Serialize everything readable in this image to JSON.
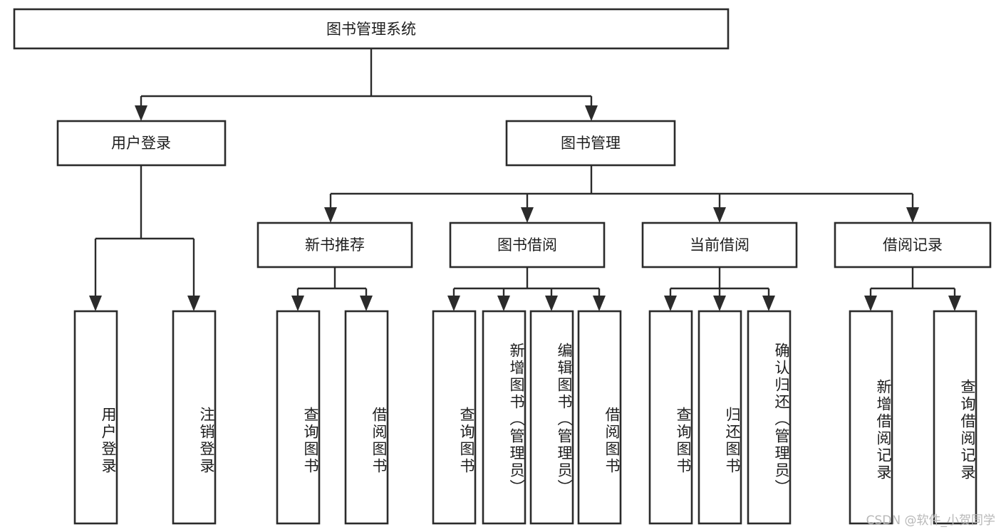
{
  "diagram": {
    "title": "图书管理系统",
    "type": "tree-hierarchy-chart",
    "watermark": "CSDN @软件_小贺同学",
    "root": {
      "label": "图书管理系统"
    },
    "level2": [
      {
        "label": "用户登录"
      },
      {
        "label": "图书管理"
      }
    ],
    "level3": [
      {
        "label": "新书推荐"
      },
      {
        "label": "图书借阅"
      },
      {
        "label": "当前借阅"
      },
      {
        "label": "借阅记录"
      }
    ],
    "leaves": {
      "user_login": [
        {
          "label": "用户登录"
        },
        {
          "label": "注销登录"
        }
      ],
      "new_book_recommend": [
        {
          "label": "查询图书"
        },
        {
          "label": "借阅图书"
        }
      ],
      "book_borrow": [
        {
          "label": "查询图书"
        },
        {
          "label": "新增图书（管理员）"
        },
        {
          "label": "编辑图书（管理员）"
        },
        {
          "label": "借阅图书"
        }
      ],
      "current_borrow": [
        {
          "label": "查询图书"
        },
        {
          "label": "归还图书"
        },
        {
          "label": "确认归还（管理员）"
        }
      ],
      "borrow_record": [
        {
          "label": "新增借阅记录"
        },
        {
          "label": "查询借阅记录"
        }
      ]
    },
    "colors": {
      "stroke": "#2b2b2b",
      "fill": "#ffffff",
      "text": "#1d1d1d",
      "watermark": "#b8b8b8"
    }
  }
}
